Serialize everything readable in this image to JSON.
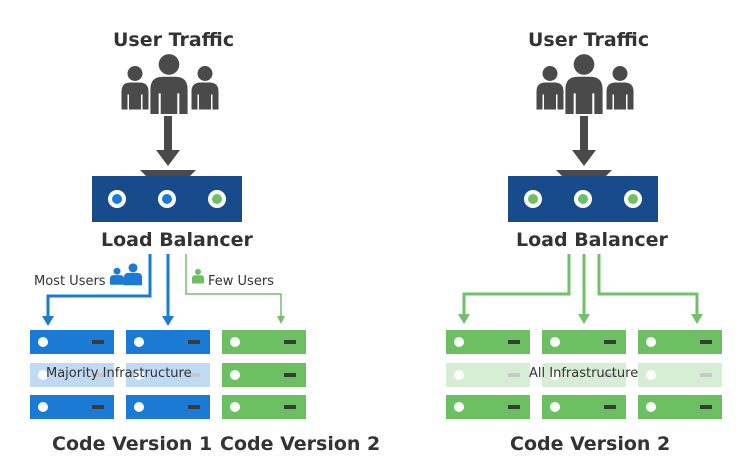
{
  "left": {
    "title": "User Traffic",
    "balancer_label": "Load Balancer",
    "most_users": "Most Users",
    "few_users": "Few Users",
    "infra_label": "Majority Infrastructure",
    "version_1": "Code Version 1",
    "version_2": "Code Version 2"
  },
  "right": {
    "title": "User Traffic",
    "balancer_label": "Load Balancer",
    "infra_label": "All Infrastructure",
    "version": "Code Version 2"
  },
  "colors": {
    "blue": "#1a7ad4",
    "dark_blue": "#184b8c",
    "green": "#6dc062",
    "green_arrow": "#72c16a",
    "gray": "#4a4a4a"
  },
  "icons": [
    "users-icon",
    "load-balancer-icon",
    "server-rack-icon",
    "arrow-down-icon"
  ]
}
